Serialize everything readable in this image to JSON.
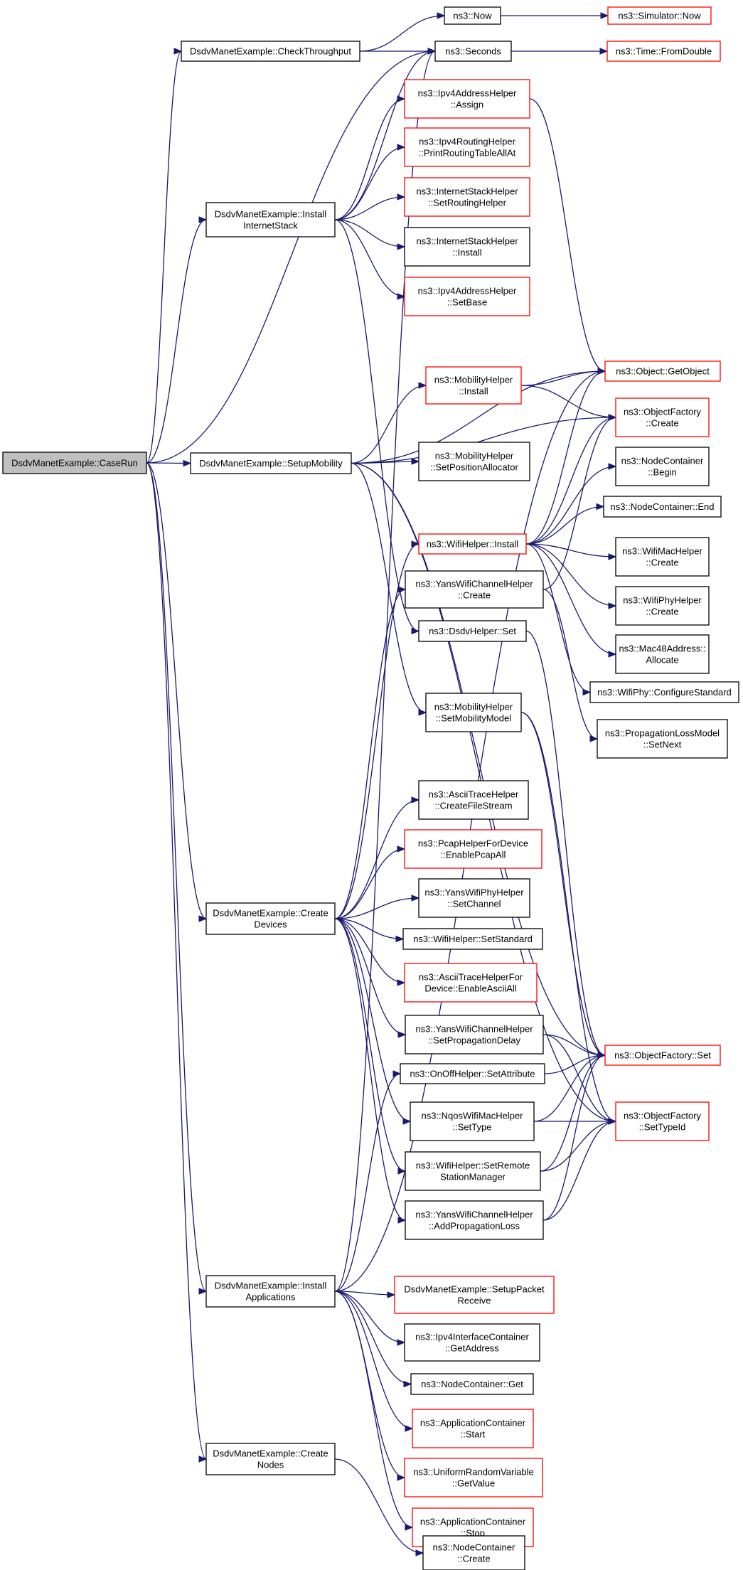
{
  "diagram": {
    "nodes": [
      {
        "id": "caserun",
        "lines": [
          "DsdvManetExample::CaseRun"
        ],
        "color": "root"
      },
      {
        "id": "checkthroughput",
        "lines": [
          "DsdvManetExample::CheckThroughput"
        ],
        "color": "black"
      },
      {
        "id": "now",
        "lines": [
          "ns3::Now"
        ],
        "color": "black"
      },
      {
        "id": "simnow",
        "lines": [
          "ns3::Simulator::Now"
        ],
        "color": "red"
      },
      {
        "id": "seconds",
        "lines": [
          "ns3::Seconds"
        ],
        "color": "black"
      },
      {
        "id": "fromdouble",
        "lines": [
          "ns3::Time::FromDouble"
        ],
        "color": "red"
      },
      {
        "id": "ipv4assign",
        "lines": [
          "ns3::Ipv4AddressHelper",
          "::Assign"
        ],
        "color": "red"
      },
      {
        "id": "printrouting",
        "lines": [
          "ns3::Ipv4RoutingHelper",
          "::PrintRoutingTableAllAt"
        ],
        "color": "red"
      },
      {
        "id": "installinternet",
        "lines": [
          "DsdvManetExample::Install",
          "InternetStack"
        ],
        "color": "black"
      },
      {
        "id": "setrouting",
        "lines": [
          "ns3::InternetStackHelper",
          "::SetRoutingHelper"
        ],
        "color": "red"
      },
      {
        "id": "inetinstall",
        "lines": [
          "ns3::InternetStackHelper",
          "::Install"
        ],
        "color": "black"
      },
      {
        "id": "setbase",
        "lines": [
          "ns3::Ipv4AddressHelper",
          "::SetBase"
        ],
        "color": "red"
      },
      {
        "id": "getobject",
        "lines": [
          "ns3::Object::GetObject"
        ],
        "color": "red"
      },
      {
        "id": "mobinstall",
        "lines": [
          "ns3::MobilityHelper",
          "::Install"
        ],
        "color": "red"
      },
      {
        "id": "ofcreate",
        "lines": [
          "ns3::ObjectFactory",
          "::Create"
        ],
        "color": "red"
      },
      {
        "id": "setupmobility",
        "lines": [
          "DsdvManetExample::SetupMobility"
        ],
        "color": "black"
      },
      {
        "id": "setposalloc",
        "lines": [
          "ns3::MobilityHelper",
          "::SetPositionAllocator"
        ],
        "color": "black"
      },
      {
        "id": "ncbegin",
        "lines": [
          "ns3::NodeContainer",
          "::Begin"
        ],
        "color": "black"
      },
      {
        "id": "ncend",
        "lines": [
          "ns3::NodeContainer::End"
        ],
        "color": "black"
      },
      {
        "id": "wifiinstall",
        "lines": [
          "ns3::WifiHelper::Install"
        ],
        "color": "red"
      },
      {
        "id": "wifimaccreate",
        "lines": [
          "ns3::WifiMacHelper",
          "::Create"
        ],
        "color": "black"
      },
      {
        "id": "yanschcreate",
        "lines": [
          "ns3::YansWifiChannelHelper",
          "::Create"
        ],
        "color": "black"
      },
      {
        "id": "wifiphycreate",
        "lines": [
          "ns3::WifiPhyHelper",
          "::Create"
        ],
        "color": "black"
      },
      {
        "id": "dsdvset",
        "lines": [
          "ns3::DsdvHelper::Set"
        ],
        "color": "black"
      },
      {
        "id": "mac48",
        "lines": [
          "ns3::Mac48Address::",
          "Allocate"
        ],
        "color": "black"
      },
      {
        "id": "configstd",
        "lines": [
          "ns3::WifiPhy::ConfigureStandard"
        ],
        "color": "black"
      },
      {
        "id": "setmobmodel",
        "lines": [
          "ns3::MobilityHelper",
          "::SetMobilityModel"
        ],
        "color": "black"
      },
      {
        "id": "proplossnext",
        "lines": [
          "ns3::PropagationLossModel",
          "::SetNext"
        ],
        "color": "black"
      },
      {
        "id": "createfilestream",
        "lines": [
          "ns3::AsciiTraceHelper",
          "::CreateFileStream"
        ],
        "color": "black"
      },
      {
        "id": "enablepcap",
        "lines": [
          "ns3::PcapHelperForDevice",
          "::EnablePcapAll"
        ],
        "color": "red"
      },
      {
        "id": "createdevices",
        "lines": [
          "DsdvManetExample::Create",
          "Devices"
        ],
        "color": "black"
      },
      {
        "id": "setchannel",
        "lines": [
          "ns3::YansWifiPhyHelper",
          "::SetChannel"
        ],
        "color": "black"
      },
      {
        "id": "setstandard",
        "lines": [
          "ns3::WifiHelper::SetStandard"
        ],
        "color": "black"
      },
      {
        "id": "enableascii",
        "lines": [
          "ns3::AsciiTraceHelperFor",
          "Device::EnableAsciiAll"
        ],
        "color": "red"
      },
      {
        "id": "setpropdelay",
        "lines": [
          "ns3::YansWifiChannelHelper",
          "::SetPropagationDelay"
        ],
        "color": "black"
      },
      {
        "id": "ofset",
        "lines": [
          "ns3::ObjectFactory::Set"
        ],
        "color": "red"
      },
      {
        "id": "onoffset",
        "lines": [
          "ns3::OnOffHelper::SetAttribute"
        ],
        "color": "black"
      },
      {
        "id": "nqossettype",
        "lines": [
          "ns3::NqosWifiMacHelper",
          "::SetType"
        ],
        "color": "black"
      },
      {
        "id": "ofsettypeid",
        "lines": [
          "ns3::ObjectFactory",
          "::SetTypeId"
        ],
        "color": "red"
      },
      {
        "id": "setremote",
        "lines": [
          "ns3::WifiHelper::SetRemote",
          "StationManager"
        ],
        "color": "black"
      },
      {
        "id": "addproploss",
        "lines": [
          "ns3::YansWifiChannelHelper",
          "::AddPropagationLoss"
        ],
        "color": "black"
      },
      {
        "id": "setuppacket",
        "lines": [
          "DsdvManetExample::SetupPacket",
          "Receive"
        ],
        "color": "red"
      },
      {
        "id": "installapps",
        "lines": [
          "DsdvManetExample::Install",
          "Applications"
        ],
        "color": "black"
      },
      {
        "id": "getaddress",
        "lines": [
          "ns3::Ipv4InterfaceContainer",
          "::GetAddress"
        ],
        "color": "black"
      },
      {
        "id": "ncget",
        "lines": [
          "ns3::NodeContainer::Get"
        ],
        "color": "black"
      },
      {
        "id": "appstart",
        "lines": [
          "ns3::ApplicationContainer",
          "::Start"
        ],
        "color": "red"
      },
      {
        "id": "getvalue",
        "lines": [
          "ns3::UniformRandomVariable",
          "::GetValue"
        ],
        "color": "red"
      },
      {
        "id": "appstop",
        "lines": [
          "ns3::ApplicationContainer",
          "::Stop"
        ],
        "color": "red"
      },
      {
        "id": "createnodes",
        "lines": [
          "DsdvManetExample::Create",
          "Nodes"
        ],
        "color": "black"
      },
      {
        "id": "nccreate",
        "lines": [
          "ns3::NodeContainer",
          "::Create"
        ],
        "color": "black"
      }
    ],
    "edges": [
      [
        "caserun",
        "checkthroughput"
      ],
      [
        "caserun",
        "seconds"
      ],
      [
        "caserun",
        "installinternet"
      ],
      [
        "caserun",
        "setupmobility"
      ],
      [
        "caserun",
        "createdevices"
      ],
      [
        "caserun",
        "installapps"
      ],
      [
        "caserun",
        "createnodes"
      ],
      [
        "checkthroughput",
        "now"
      ],
      [
        "checkthroughput",
        "seconds"
      ],
      [
        "now",
        "simnow"
      ],
      [
        "seconds",
        "fromdouble"
      ],
      [
        "ipv4assign",
        "getobject"
      ],
      [
        "installinternet",
        "seconds"
      ],
      [
        "installinternet",
        "ipv4assign"
      ],
      [
        "installinternet",
        "printrouting"
      ],
      [
        "installinternet",
        "setrouting"
      ],
      [
        "installinternet",
        "inetinstall"
      ],
      [
        "installinternet",
        "setbase"
      ],
      [
        "installinternet",
        "dsdvset"
      ],
      [
        "setupmobility",
        "getobject"
      ],
      [
        "setupmobility",
        "mobinstall"
      ],
      [
        "setupmobility",
        "ofcreate"
      ],
      [
        "setupmobility",
        "setposalloc"
      ],
      [
        "setupmobility",
        "setmobmodel"
      ],
      [
        "setupmobility",
        "ofset"
      ],
      [
        "setupmobility",
        "ofsettypeid"
      ],
      [
        "mobinstall",
        "getobject"
      ],
      [
        "mobinstall",
        "ofcreate"
      ],
      [
        "wifiinstall",
        "getobject"
      ],
      [
        "wifiinstall",
        "ofcreate"
      ],
      [
        "wifiinstall",
        "ncbegin"
      ],
      [
        "wifiinstall",
        "ncend"
      ],
      [
        "wifiinstall",
        "wifimaccreate"
      ],
      [
        "wifiinstall",
        "wifiphycreate"
      ],
      [
        "wifiinstall",
        "mac48"
      ],
      [
        "wifiinstall",
        "configstd"
      ],
      [
        "yanschcreate",
        "ofcreate"
      ],
      [
        "yanschcreate",
        "proplossnext"
      ],
      [
        "dsdvset",
        "ofset"
      ],
      [
        "setmobmodel",
        "ofset"
      ],
      [
        "setmobmodel",
        "ofsettypeid"
      ],
      [
        "createdevices",
        "wifiinstall"
      ],
      [
        "createdevices",
        "yanschcreate"
      ],
      [
        "createdevices",
        "createfilestream"
      ],
      [
        "createdevices",
        "enablepcap"
      ],
      [
        "createdevices",
        "setchannel"
      ],
      [
        "createdevices",
        "setstandard"
      ],
      [
        "createdevices",
        "enableascii"
      ],
      [
        "createdevices",
        "setpropdelay"
      ],
      [
        "createdevices",
        "nqossettype"
      ],
      [
        "createdevices",
        "setremote"
      ],
      [
        "createdevices",
        "addproploss"
      ],
      [
        "setpropdelay",
        "ofset"
      ],
      [
        "setpropdelay",
        "ofsettypeid"
      ],
      [
        "onoffset",
        "ofset"
      ],
      [
        "nqossettype",
        "ofset"
      ],
      [
        "nqossettype",
        "ofsettypeid"
      ],
      [
        "setremote",
        "ofset"
      ],
      [
        "setremote",
        "ofsettypeid"
      ],
      [
        "addproploss",
        "ofset"
      ],
      [
        "addproploss",
        "ofsettypeid"
      ],
      [
        "installapps",
        "seconds"
      ],
      [
        "installapps",
        "getobject"
      ],
      [
        "installapps",
        "onoffset"
      ],
      [
        "installapps",
        "setuppacket"
      ],
      [
        "installapps",
        "getaddress"
      ],
      [
        "installapps",
        "ncget"
      ],
      [
        "installapps",
        "appstart"
      ],
      [
        "installapps",
        "getvalue"
      ],
      [
        "installapps",
        "appstop"
      ],
      [
        "createnodes",
        "nccreate"
      ]
    ]
  }
}
